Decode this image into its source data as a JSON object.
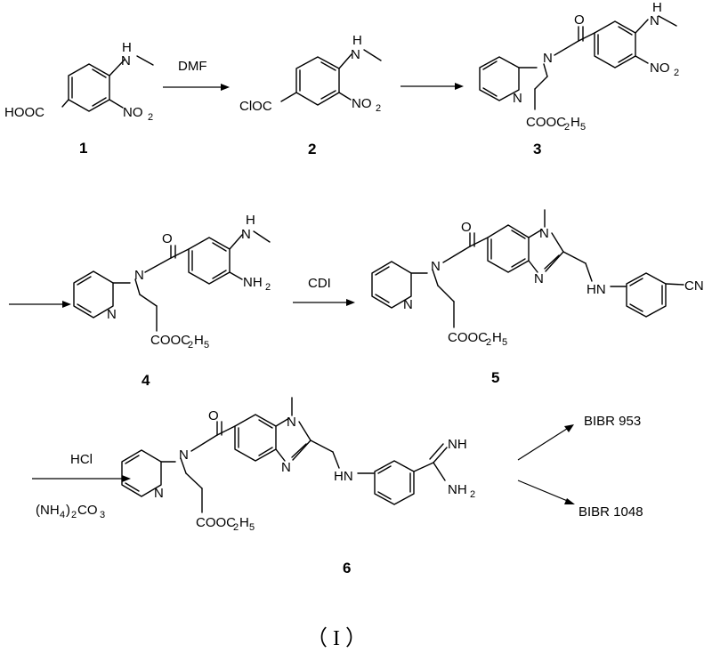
{
  "compounds": [
    {
      "number": "1"
    },
    {
      "number": "2"
    },
    {
      "number": "3"
    },
    {
      "number": "4"
    },
    {
      "number": "5"
    },
    {
      "number": "6"
    }
  ],
  "atoms": {
    "hooc": "HOOC",
    "cloc": "ClOC",
    "h": "H",
    "n": "N",
    "o": "O",
    "no": "NO",
    "nh": "NH",
    "hn": "HN",
    "cooc": "COOC",
    "h5": "H",
    "cn": "CN",
    "two": "2",
    "five": "5"
  },
  "reagents": {
    "step1": "DMF",
    "step4": "CDI",
    "step5_top": "HCl",
    "step5_bottom_a": "(NH",
    "step5_bottom_b": "4",
    "step5_bottom_c": ")",
    "step5_bottom_d": "2",
    "step5_bottom_e": "CO",
    "step5_bottom_f": "3"
  },
  "products": [
    "BIBR 953",
    "BIBR 1048"
  ],
  "caption": "（ I ）"
}
